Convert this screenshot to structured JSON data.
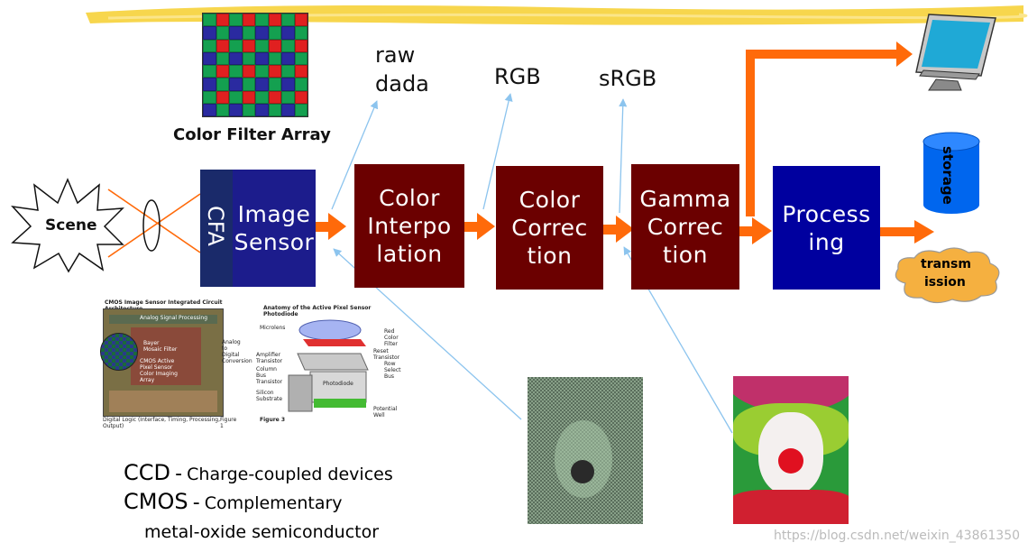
{
  "colors": {
    "stage_maroon": "#6b0000",
    "sensor_navy": "#1c1c8c",
    "processing_blue": "#00009f",
    "flow_arrow": "#ff6a0a",
    "link_line": "#8cc4ee",
    "banner_yellow": "#f6d23a",
    "storage_blue": "#0066ee",
    "cloud_orange": "#f5b040"
  },
  "top_labels": {
    "raw_line1": "raw",
    "raw_line2": "dada",
    "rgb": "RGB",
    "srgb": "sRGB",
    "cfa_caption": "Color Filter Array"
  },
  "scene": {
    "label": "Scene"
  },
  "cfa": {
    "label": "CFA"
  },
  "stages": {
    "image_sensor": [
      "Image",
      "Sensor"
    ],
    "color_interpolation": [
      "Color",
      "Interpo",
      "lation"
    ],
    "color_correction": [
      "Color",
      "Correc",
      "tion"
    ],
    "gamma_correction": [
      "Gamma",
      "Correc",
      "tion"
    ],
    "processing": [
      "Process",
      "ing"
    ]
  },
  "outputs": {
    "storage": "storage",
    "transmission_line1": "transm",
    "transmission_line2": "ission",
    "display_icon": "monitor-icon"
  },
  "chip_figure": {
    "title": "CMOS Image Sensor Integrated Circuit Architecture",
    "top_label": "Analog Signal Processing",
    "center_label_1": "Bayer Mosaic Filter",
    "center_label_2": "CMOS Active Pixel Sensor Color Imaging Array",
    "side_label": "Analog to Digital Conversion",
    "bottom_label": "Digital Logic (Interface, Timing, Processing, Output)",
    "figure_label": "Figure 1"
  },
  "pixel_figure": {
    "title": "Anatomy of the Active Pixel Sensor Photodiode",
    "labels_left": [
      "Microlens",
      "Amplifier Transistor",
      "Column Bus Transistor",
      "Silicon Substrate"
    ],
    "labels_right": [
      "Red Color Filter",
      "Reset Transistor",
      "Row Select Bus",
      "Potential Well"
    ],
    "center_label": "Photodiode",
    "figure_label": "Figure 3"
  },
  "legend": {
    "ccd_abbr": "CCD",
    "ccd_dash": "-",
    "ccd_text": "Charge-coupled devices",
    "cmos_abbr": "CMOS",
    "cmos_dash": "-",
    "cmos_text": "Complementary",
    "cmos_text2": "metal-oxide semiconductor"
  },
  "watermark": "https://blog.csdn.net/weixin_43861350"
}
